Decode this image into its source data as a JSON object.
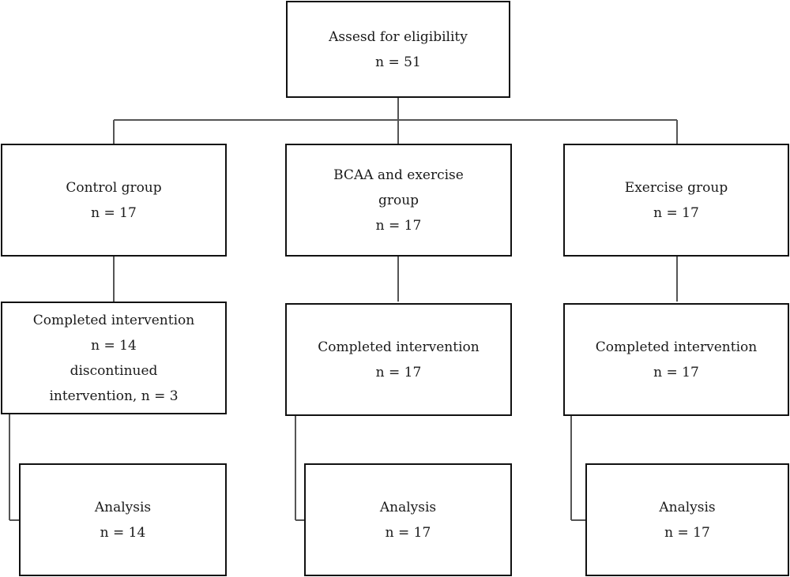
{
  "eligibility": {
    "title": "Assesd for eligibility",
    "n": "n = 51"
  },
  "groups": [
    {
      "title": "Control group",
      "n": "n = 17"
    },
    {
      "title_line1": "BCAA and exercise",
      "title_line2": "group",
      "n": "n = 17"
    },
    {
      "title": "Exercise group",
      "n": "n = 17"
    }
  ],
  "interventions": [
    {
      "title": "Completed intervention",
      "n": "n = 14",
      "extra_line1": "discontinued",
      "extra_line2": "intervention, n = 3"
    },
    {
      "title": "Completed intervention",
      "n": "n = 17"
    },
    {
      "title": "Completed intervention",
      "n": "n = 17"
    }
  ],
  "analyses": [
    {
      "title": "Analysis",
      "n": "n = 14"
    },
    {
      "title": "Analysis",
      "n": "n = 17"
    },
    {
      "title": "Analysis",
      "n": "n = 17"
    }
  ]
}
